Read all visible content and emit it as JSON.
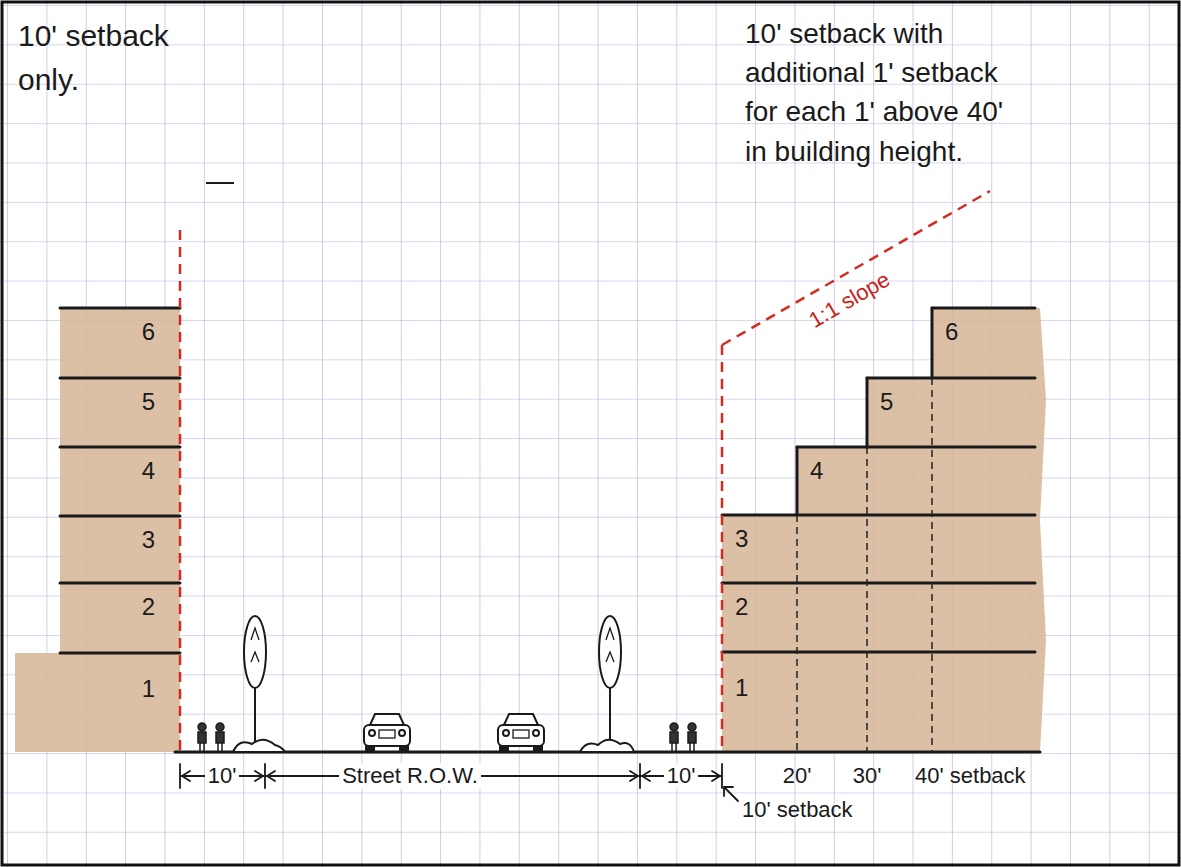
{
  "diagram": {
    "nodes": [
      {
        "text": [
          "6"
        ]
      },
      {
        "text": [
          "5"
        ]
      },
      {
        "text": [
          "4"
        ]
      },
      {
        "text": [
          "3"
        ]
      },
      {
        "text": [
          "2"
        ]
      },
      {
        "text": [
          "1"
        ]
      },
      {
        "text": [
          "6"
        ]
      },
      {
        "text": [
          "5"
        ]
      },
      {
        "text": [
          "4"
        ]
      },
      {
        "text": [
          "3"
        ]
      },
      {
        "text": [
          "2"
        ]
      },
      {
        "text": [
          "1"
        ]
      }
    ],
    "labels": [
      "10' setback only.",
      "10' setback with additional 1' setback for each 1' above 40' in building height.",
      "1:1 slope",
      "10'",
      "Street R.O.W.",
      "10'",
      "10' setback",
      "20'",
      "30'",
      "40' setback"
    ]
  }
}
